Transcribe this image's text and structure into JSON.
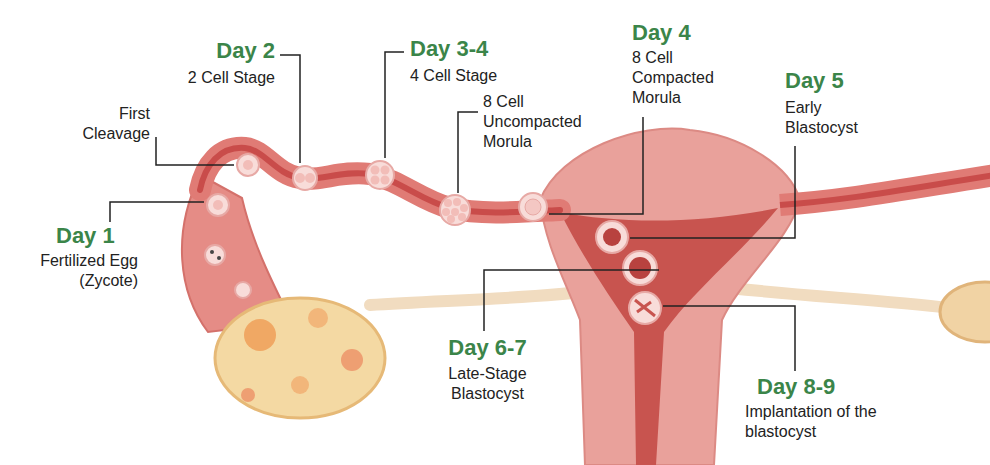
{
  "diagram": {
    "labels": [
      "Day 2",
      "2 Cell Stage",
      "First Cleavage",
      "Day 1",
      "Fertilized Egg (Zycote)",
      "Day 3-4",
      "4 Cell Stage",
      "8 Cell Uncompacted Morula",
      "Day 4",
      "8 Cell Compacted Morula",
      "Day 5",
      "Early Blastocyst",
      "Day 6-7",
      "Late-Stage Blastocyst",
      "Day 8-9",
      "Implantation of the blastocyst"
    ]
  }
}
